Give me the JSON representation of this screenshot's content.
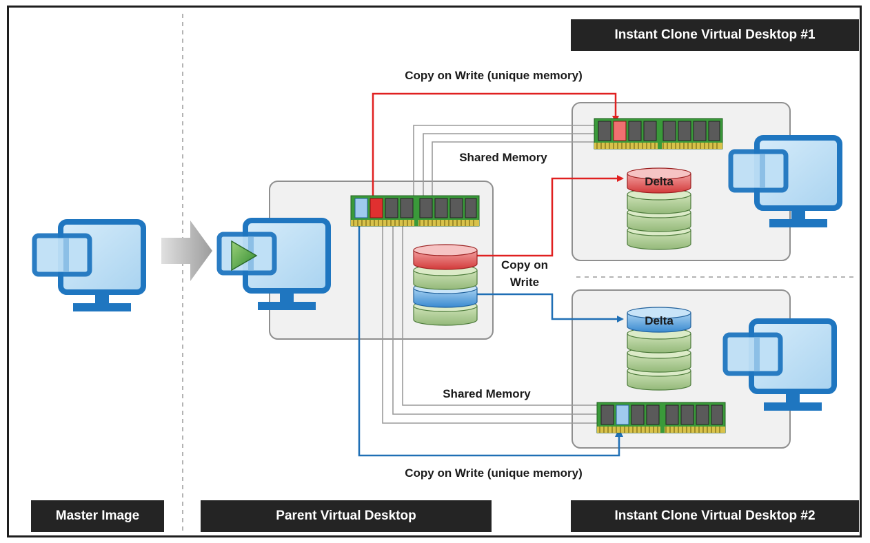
{
  "labels": {
    "master_image": "Master Image",
    "parent_desktop": "Parent Virtual Desktop",
    "clone_1": "Instant Clone Virtual Desktop #1",
    "clone_2": "Instant Clone Virtual Desktop #2"
  },
  "annotations": {
    "cow_unique_top": "Copy on Write (unique memory)",
    "cow_unique_bottom": "Copy on Write (unique memory)",
    "shared_memory_top": "Shared Memory",
    "shared_memory_bottom": "Shared Memory",
    "cow_middle_line1": "Copy on",
    "cow_middle_line2": "Write",
    "delta_top": "Delta",
    "delta_bottom": "Delta"
  },
  "colors": {
    "copy_on_write_red": "#e02020",
    "copy_on_write_blue": "#1f6fb5",
    "shared_memory_gray": "#9a9a9a",
    "monitor_blue": "#1f76c0",
    "label_background": "#242424"
  },
  "icons": [
    "monitor-icon",
    "play-icon",
    "memory-module-icon",
    "disk-stack-icon",
    "arrow-right-icon"
  ]
}
